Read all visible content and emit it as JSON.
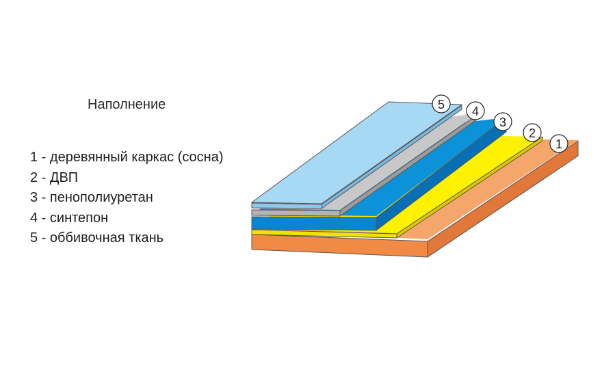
{
  "title": "Наполнение",
  "legend": [
    "1 - деревянный каркас (сосна)",
    "2 - ДВП",
    "3 - пенополиуретан",
    "4 - синтепон",
    "5 - оббивочная ткань"
  ],
  "callouts": [
    "1",
    "2",
    "3",
    "4",
    "5"
  ],
  "colors": {
    "wood_frame": "#f5a66a",
    "fiberboard": "#fff200",
    "foam": "#0c92d8",
    "padding": "#c8c8c8",
    "fabric": "#a7d9f5"
  }
}
